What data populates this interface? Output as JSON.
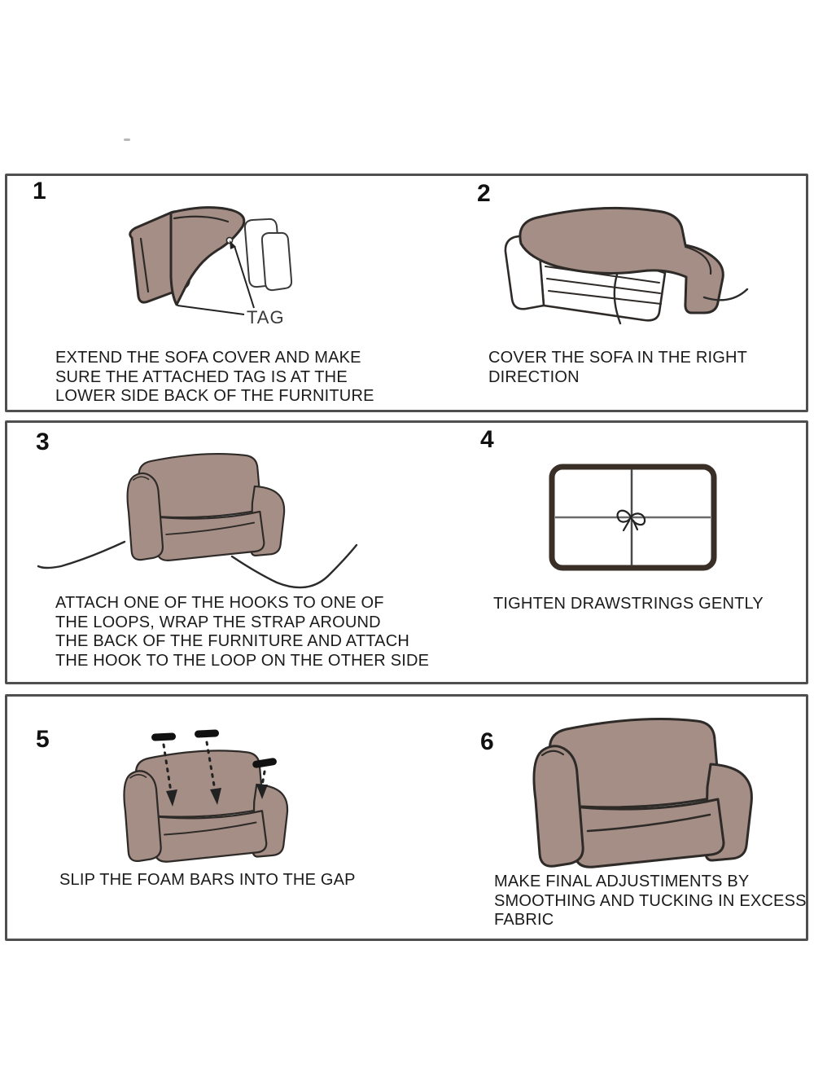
{
  "document": {
    "type": "sofa-cover-installation-instructions",
    "background": "#ffffff"
  },
  "colors": {
    "sofa_fill": "#a58e86",
    "outline": "#2e2a28",
    "panel_border": "#4f4f4f",
    "text": "#1b1b1b",
    "foam_bar": "#111111"
  },
  "steps": {
    "s1": {
      "number": "1",
      "lines": [
        "EXTEND THE SOFA COVER AND MAKE",
        "SURE THE ATTACHED TAG IS AT THE",
        "LOWER SIDE BACK OF THE FURNITURE"
      ],
      "tag_label": "TAG",
      "illustration": "extended-sofa-cover-with-tag"
    },
    "s2": {
      "number": "2",
      "lines": [
        "COVER THE SOFA IN THE RIGHT",
        "DIRECTION"
      ],
      "illustration": "sofa-being-covered"
    },
    "s3": {
      "number": "3",
      "lines": [
        "ATTACH ONE OF THE HOOKS TO ONE OF",
        "THE LOOPS, WRAP THE STRAP AROUND",
        "THE BACK OF THE FURNITURE AND ATTACH",
        "THE HOOK TO THE LOOP ON THE OTHER SIDE"
      ],
      "illustration": "covered-sofa-with-straps"
    },
    "s4": {
      "number": "4",
      "lines": [
        "TIGHTEN DRAWSTRINGS GENTLY"
      ],
      "illustration": "sofa-back-with-drawstring-bow"
    },
    "s5": {
      "number": "5",
      "lines": [
        "SLIP THE FOAM BARS INTO THE GAP"
      ],
      "illustration": "sofa-with-foam-bars-and-arrows"
    },
    "s6": {
      "number": "6",
      "lines": [
        "MAKE FINAL ADJUSTIMENTS BY",
        "SMOOTHING AND TUCKING IN EXCESS",
        "FABRIC"
      ],
      "illustration": "finished-covered-sofa"
    }
  }
}
